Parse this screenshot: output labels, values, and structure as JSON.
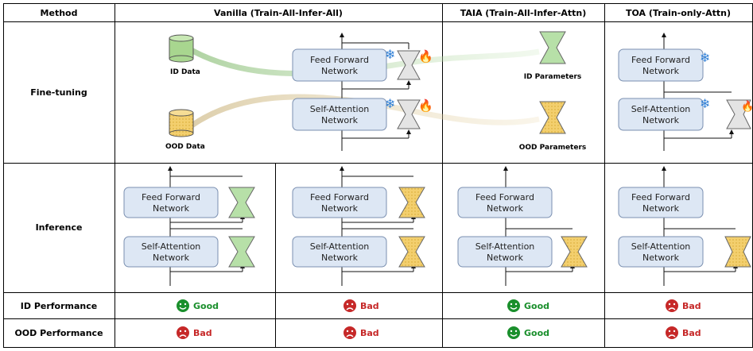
{
  "headers": {
    "method": "Method",
    "vanilla": "Vanilla (Train-All-Infer-All)",
    "taia": "TAIA (Train-All-Infer-Attn)",
    "toa": "TOA (Train-only-Attn)"
  },
  "rows": {
    "finetuning": "Fine-tuning",
    "inference": "Inference",
    "id_performance": "ID Performance",
    "ood_performance": "OOD Performance"
  },
  "blocks": {
    "ffn_line1": "Feed Forward",
    "ffn_line2": "Network",
    "attn_line1": "Self-Attention",
    "attn_line2": "Network"
  },
  "labels": {
    "id_data": "ID Data",
    "ood_data": "OOD Data",
    "id_parameters": "ID Parameters",
    "ood_parameters": "OOD Parameters"
  },
  "results": {
    "id": [
      "Good",
      "Bad",
      "Good",
      "Bad"
    ],
    "ood": [
      "Bad",
      "Bad",
      "Good",
      "Bad"
    ]
  },
  "colors": {
    "block_fill": "#dde7f4",
    "block_stroke": "#7a8fb0",
    "id_green": "#b7e0a8",
    "ood_yellow": "#f3cf6e",
    "good": "#1a8f2c",
    "bad": "#c62828",
    "snow": "#2f7fd6",
    "fire": "#e8341c"
  },
  "icons": [
    "snowflake-icon",
    "flame-icon",
    "database-icon",
    "happy-face-icon",
    "sad-face-icon"
  ]
}
